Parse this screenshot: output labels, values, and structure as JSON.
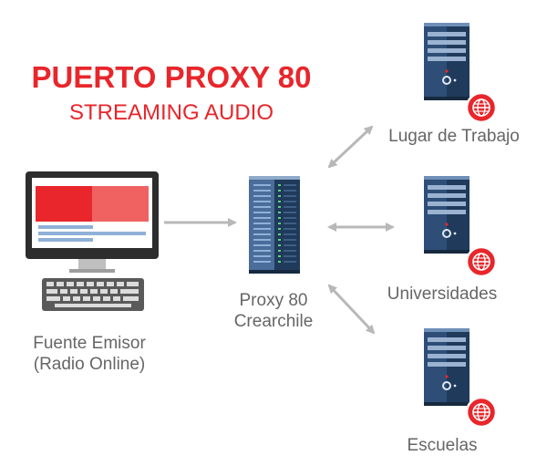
{
  "title": "PUERTO PROXY 80",
  "subtitle": "STREAMING AUDIO",
  "nodes": {
    "source": {
      "line1": "Fuente Emisor",
      "line2": "(Radio Online)"
    },
    "proxy": {
      "line1": "Proxy 80",
      "line2": "Crearchile"
    },
    "targets": [
      {
        "label": "Lugar de Trabajo"
      },
      {
        "label": "Universidades"
      },
      {
        "label": "Escuelas"
      }
    ]
  },
  "icons": {
    "source": "desktop-computer-icon",
    "proxy": "server-rack-icon",
    "target": "tower-server-icon",
    "badge": "globe-icon"
  },
  "colors": {
    "accent": "#e8262b",
    "server_dark": "#1f3a5b",
    "server_mid": "#4a6d9a",
    "arrow": "#b8b8b8",
    "text": "#666666"
  }
}
